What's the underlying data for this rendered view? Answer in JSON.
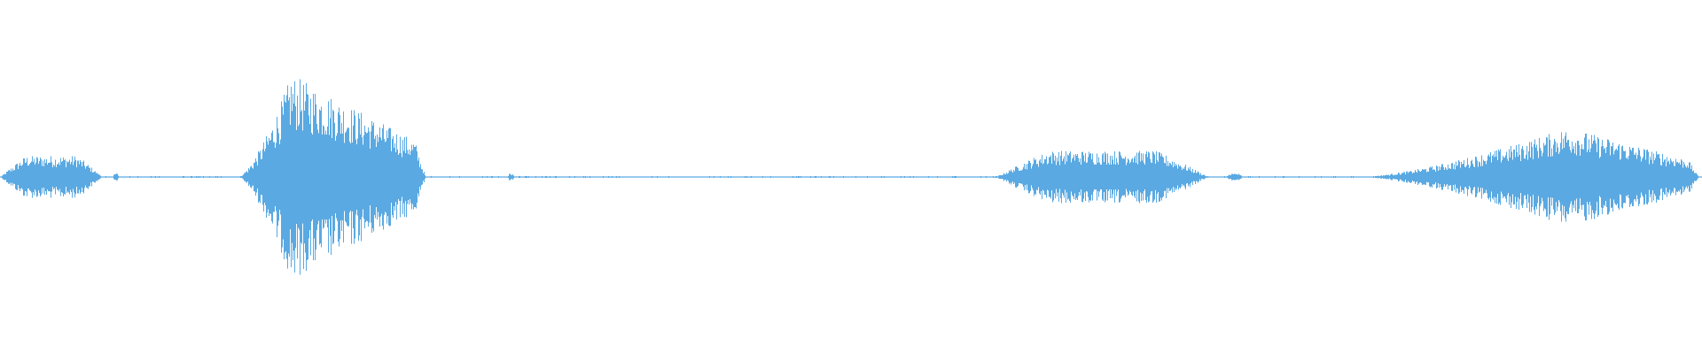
{
  "waveform": {
    "color": "#5aa9e2",
    "background": "#ffffff",
    "duration_normalized": 1.0,
    "segments": [
      {
        "start": 0.0,
        "end": 0.06,
        "peak": 0.12
      },
      {
        "start": 0.066,
        "end": 0.07,
        "peak": 0.02
      },
      {
        "start": 0.14,
        "end": 0.25,
        "peak": 0.58,
        "peak_at": 0.171
      },
      {
        "start": 0.298,
        "end": 0.302,
        "peak": 0.02
      },
      {
        "start": 0.585,
        "end": 0.71,
        "peak": 0.15
      },
      {
        "start": 0.72,
        "end": 0.73,
        "peak": 0.02
      },
      {
        "start": 0.8,
        "end": 0.998,
        "peak": 0.28,
        "peak_at": 0.921
      }
    ]
  }
}
